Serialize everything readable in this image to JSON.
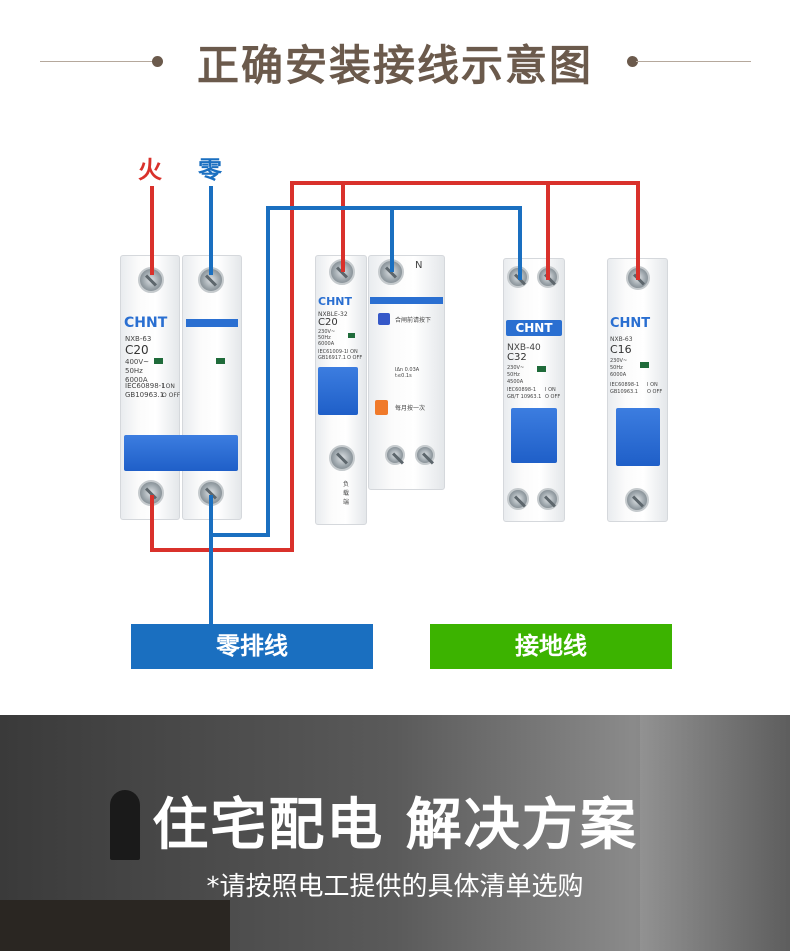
{
  "title": "正确安装接线示意图",
  "phase": {
    "live": "火",
    "neutral": "零"
  },
  "wire_colors": {
    "live": "#d9312b",
    "neutral": "#1a6fc0",
    "ground": "#3cb300"
  },
  "breakers": [
    {
      "brand": "CHNT",
      "model": "NXB-63",
      "rating": "C20",
      "specs": [
        "400V~",
        "50Hz",
        "6000A"
      ],
      "std": [
        "IEC60898-1",
        "GB10963.1"
      ],
      "onoff": [
        "I ON",
        "O OFF"
      ]
    },
    {
      "brand": "CHNT",
      "model": "NXBLE-32",
      "rating": "C20",
      "specs": [
        "230V~",
        "50Hz",
        "6000A"
      ],
      "std": [
        "IEC61009-1",
        "GB16917.1"
      ],
      "onoff": [
        "I ON",
        "O OFF"
      ],
      "notes": [
        "合闸前请按下",
        "每月按一次"
      ],
      "rcd": [
        "IΔn 0.03A",
        "t≤0.1s"
      ],
      "n_label": "N",
      "load_label": "负载端"
    },
    {
      "brand": "CHNT",
      "model": "NXB-40",
      "rating": "C32",
      "specs": [
        "230V~",
        "50Hz",
        "4500A"
      ],
      "std": [
        "IEC60898-1",
        "GB/T 10963.1"
      ],
      "onoff": [
        "I ON",
        "O OFF"
      ]
    },
    {
      "brand": "CHNT",
      "model": "NXB-63",
      "rating": "C16",
      "specs": [
        "230V~",
        "50Hz",
        "6000A"
      ],
      "std": [
        "IEC60898-1",
        "GB10963.1"
      ],
      "onoff": [
        "I ON",
        "O OFF"
      ]
    }
  ],
  "bars": {
    "neutral": "零排线",
    "ground": "接地线"
  },
  "banner": {
    "headline": "住宅配电 解决方案",
    "note": "*请按照电工提供的具体清单选购"
  }
}
